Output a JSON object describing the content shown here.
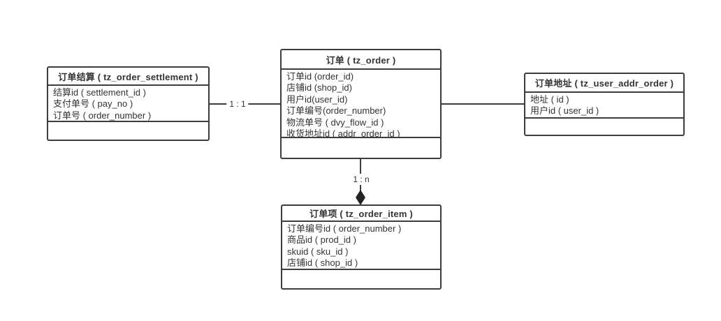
{
  "diagram": {
    "background": "#ffffff",
    "line_color": "#3d3d3d",
    "text_color": "#333333",
    "entities": [
      {
        "key": "order_settlement",
        "title": "订单结算 ( tz_order_settlement )",
        "fields": [
          "结算id ( settlement_id )",
          "支付单号 ( pay_no )",
          "订单号 ( order_number )"
        ]
      },
      {
        "key": "order",
        "title": "订单 ( tz_order )",
        "fields": [
          "订单id (order_id)",
          "店铺id (shop_id)",
          "用户id(user_id)",
          "订单编号(order_number)",
          "物流单号 ( dvy_flow_id )",
          "收货地址id ( addr_order_id )"
        ]
      },
      {
        "key": "user_addr_order",
        "title": "订单地址 ( tz_user_addr_order )",
        "fields": [
          "地址 ( id )",
          "用户id ( user_id )"
        ]
      },
      {
        "key": "order_item",
        "title": "订单项 ( tz_order_item )",
        "fields": [
          "订单编号id ( order_number )",
          "商品id ( prod_id )",
          "skuid ( sku_id )",
          "店铺id ( shop_id )"
        ]
      }
    ],
    "connectors": [
      {
        "from": "order_settlement",
        "to": "order",
        "label": "1 : 1",
        "type": "line"
      },
      {
        "from": "order",
        "to": "user_addr_order",
        "label": "",
        "type": "line"
      },
      {
        "from": "order",
        "to": "order_item",
        "label": "1 : n",
        "type": "line-diamond"
      }
    ]
  }
}
